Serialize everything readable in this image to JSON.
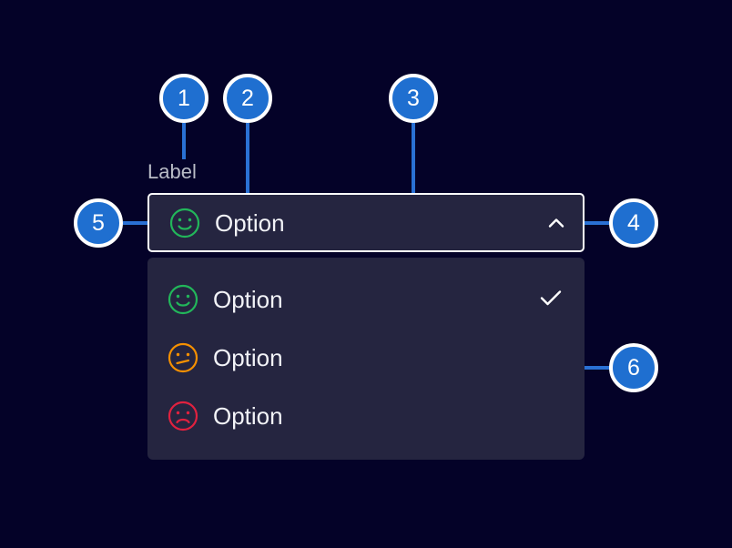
{
  "colors": {
    "page_background": "#040228",
    "surface": "#252540",
    "accent_blue": "#1f6fd0",
    "connector_blue": "#2a71d4",
    "border_white": "#ffffff",
    "text_primary": "#f2f3f7",
    "label_gray": "#b9bcc6",
    "face_happy": "#22b65a",
    "face_neutral": "#f59000",
    "face_sad": "#e0213f"
  },
  "field": {
    "label": "Label",
    "selected_value": "Option",
    "selected_icon": "happy-face-icon",
    "expand_icon": "chevron-up-icon",
    "expanded": "true"
  },
  "dropdown": {
    "options": [
      {
        "label": "Option",
        "icon": "happy-face-icon",
        "icon_color": "#22b65a",
        "selected": true,
        "check_icon": "check-icon"
      },
      {
        "label": "Option",
        "icon": "neutral-face-icon",
        "icon_color": "#f59000",
        "selected": false,
        "check_icon": "check-icon"
      },
      {
        "label": "Option",
        "icon": "sad-face-icon",
        "icon_color": "#e0213f",
        "selected": false,
        "check_icon": "check-icon"
      }
    ]
  },
  "callouts": [
    {
      "number": "1",
      "target": "label"
    },
    {
      "number": "2",
      "target": "selected-option-icon"
    },
    {
      "number": "3",
      "target": "select-field"
    },
    {
      "number": "4",
      "target": "expand-chevron"
    },
    {
      "number": "5",
      "target": "select-container"
    },
    {
      "number": "6",
      "target": "dropdown-panel"
    }
  ]
}
